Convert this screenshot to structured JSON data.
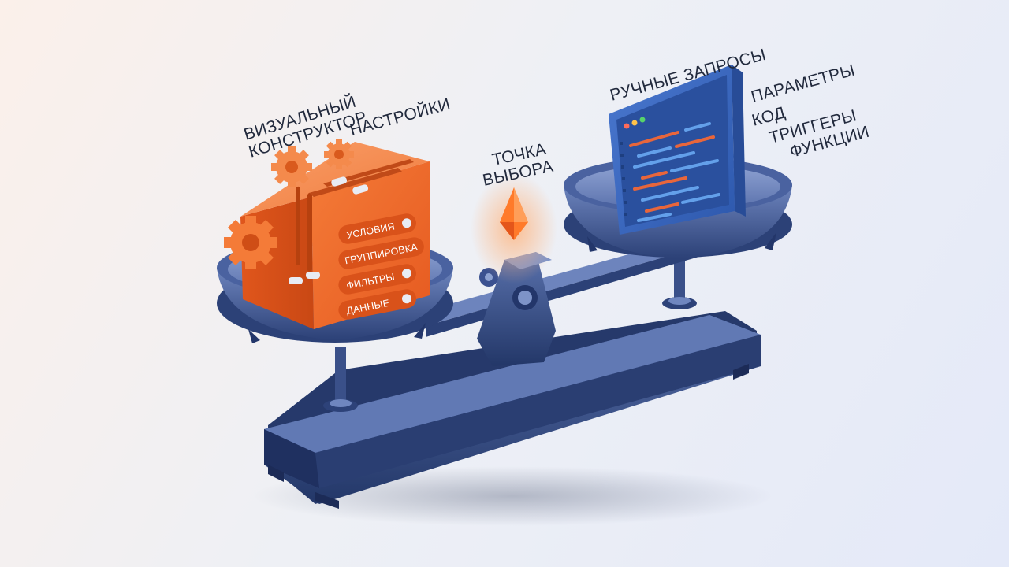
{
  "left_pan": {
    "title_line1": "ВИЗУАЛЬНЫЙ",
    "title_line2": "КОНСТРУКТОР",
    "settings_label": "НАСТРОЙКИ",
    "cube_items": [
      "УСЛОВИЯ",
      "ГРУППИРОВКА",
      "ФИЛЬТРЫ",
      "ДАННЫЕ"
    ]
  },
  "pivot": {
    "label_line1": "ТОЧКА",
    "label_line2": "ВЫБОРА"
  },
  "right_pan": {
    "title": "РУЧНЫЕ ЗАПРОСЫ",
    "items": [
      "ПАРАМЕТРЫ",
      "КОД",
      "ТРИГГЕРЫ",
      "ФУНКЦИИ"
    ]
  },
  "colors": {
    "cube_orange": "#ef6a2c",
    "scale_navy": "#2f4478",
    "screen_blue": "#3f6fc6",
    "code_orange": "#e8663b",
    "code_blue": "#63a0ea",
    "gem": "#ff7a2a"
  }
}
